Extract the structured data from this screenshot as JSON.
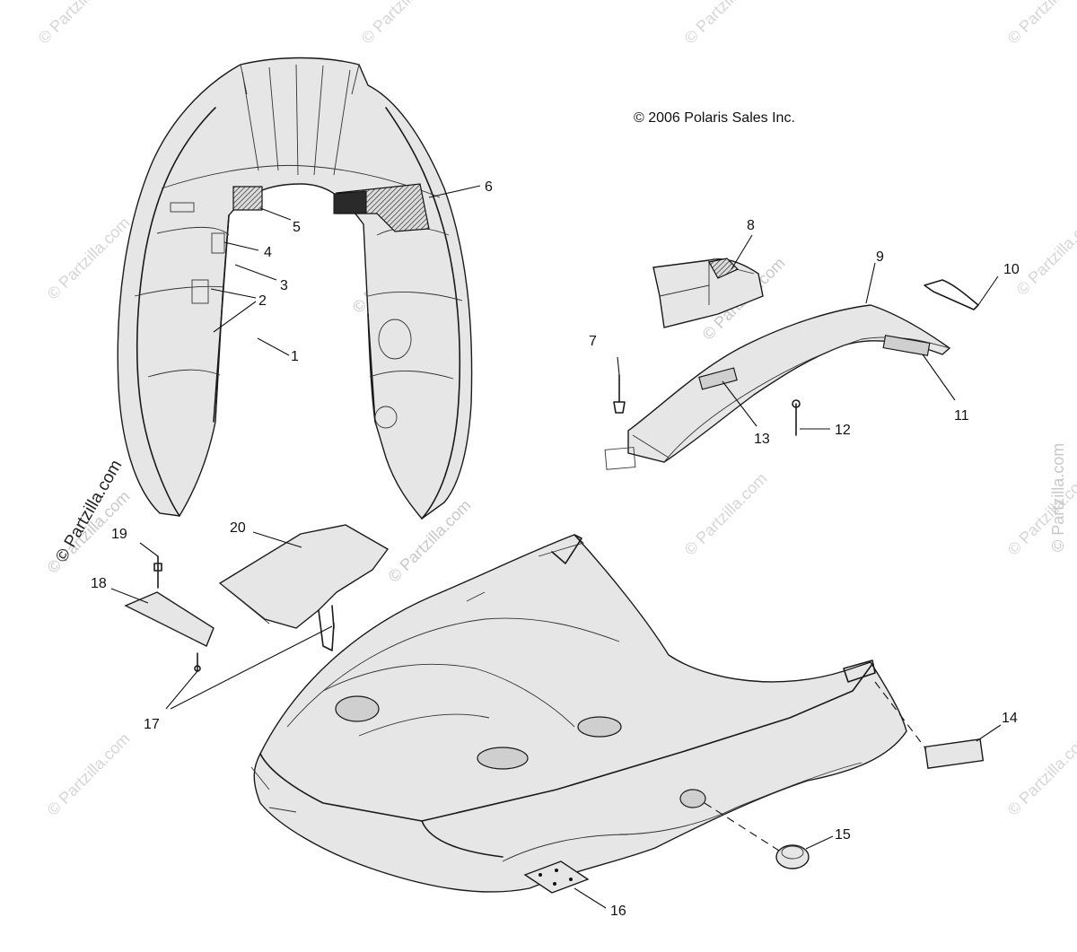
{
  "copyright": "© 2006 Polaris Sales Inc.",
  "watermark": {
    "corner_text": "© Partzilla.com",
    "side_text": "© Partzilla.com"
  },
  "callouts": [
    "1",
    "2",
    "3",
    "4",
    "5",
    "6",
    "7",
    "8",
    "9",
    "10",
    "11",
    "12",
    "13",
    "14",
    "15",
    "16",
    "17",
    "18",
    "19",
    "20"
  ]
}
